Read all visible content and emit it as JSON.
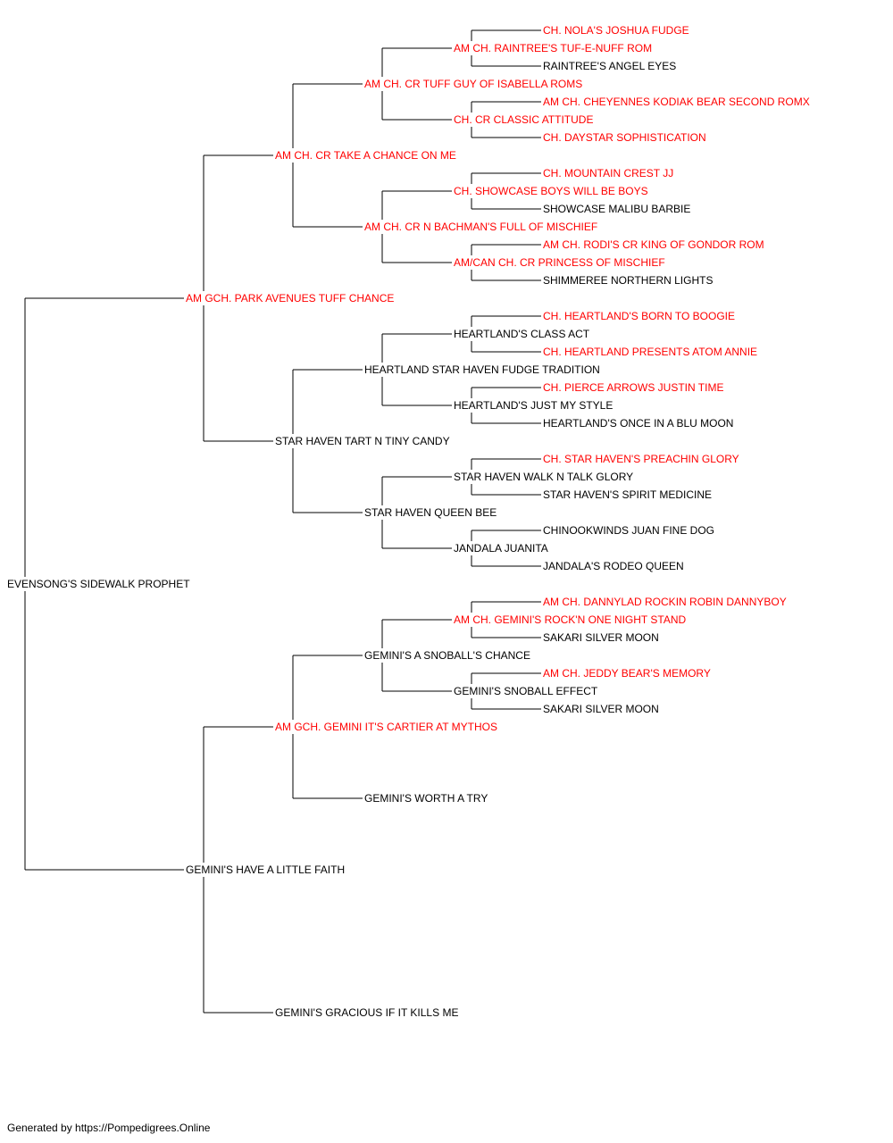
{
  "colors": {
    "titled": "#ff0000",
    "normal": "#000000",
    "line": "#000000"
  },
  "pedigree": {
    "name": "EVENSONG'S SIDEWALK PROPHET",
    "titled": false,
    "sire": {
      "name": "AM GCH. PARK AVENUES TUFF CHANCE",
      "titled": true,
      "sire": {
        "name": "AM CH. CR TAKE A CHANCE ON ME",
        "titled": true,
        "sire": {
          "name": "AM CH. CR TUFF GUY OF ISABELLA ROMS",
          "titled": true,
          "sire": {
            "name": "AM CH. RAINTREE'S TUF-E-NUFF ROM",
            "titled": true,
            "sire": {
              "name": "CH. NOLA'S JOSHUA FUDGE",
              "titled": true
            },
            "dam": {
              "name": "RAINTREE'S ANGEL EYES",
              "titled": false
            }
          },
          "dam": {
            "name": "CH. CR CLASSIC ATTITUDE",
            "titled": true,
            "sire": {
              "name": "AM CH. CHEYENNES KODIAK BEAR SECOND ROMX",
              "titled": true
            },
            "dam": {
              "name": "CH. DAYSTAR SOPHISTICATION",
              "titled": true
            }
          }
        },
        "dam": {
          "name": "AM CH. CR N BACHMAN'S FULL OF MISCHIEF",
          "titled": true,
          "sire": {
            "name": "CH. SHOWCASE BOYS WILL BE BOYS",
            "titled": true,
            "sire": {
              "name": "CH. MOUNTAIN CREST JJ",
              "titled": true
            },
            "dam": {
              "name": "SHOWCASE MALIBU BARBIE",
              "titled": false
            }
          },
          "dam": {
            "name": "AM/CAN CH. CR PRINCESS OF MISCHIEF",
            "titled": true,
            "sire": {
              "name": "AM CH. RODI'S CR KING OF GONDOR ROM",
              "titled": true
            },
            "dam": {
              "name": "SHIMMEREE NORTHERN LIGHTS",
              "titled": false
            }
          }
        }
      },
      "dam": {
        "name": "STAR HAVEN TART N TINY CANDY",
        "titled": false,
        "sire": {
          "name": "HEARTLAND STAR HAVEN FUDGE TRADITION",
          "titled": false,
          "sire": {
            "name": "HEARTLAND'S CLASS ACT",
            "titled": false,
            "sire": {
              "name": "CH. HEARTLAND'S BORN TO BOOGIE",
              "titled": true
            },
            "dam": {
              "name": "CH. HEARTLAND PRESENTS ATOM ANNIE",
              "titled": true
            }
          },
          "dam": {
            "name": "HEARTLAND'S JUST MY STYLE",
            "titled": false,
            "sire": {
              "name": "CH. PIERCE ARROWS JUSTIN TIME",
              "titled": true
            },
            "dam": {
              "name": "HEARTLAND'S ONCE IN A BLU MOON",
              "titled": false
            }
          }
        },
        "dam": {
          "name": "STAR HAVEN QUEEN BEE",
          "titled": false,
          "sire": {
            "name": "STAR HAVEN WALK N TALK GLORY",
            "titled": false,
            "sire": {
              "name": "CH. STAR HAVEN'S PREACHIN GLORY",
              "titled": true
            },
            "dam": {
              "name": "STAR HAVEN'S SPIRIT MEDICINE",
              "titled": false
            }
          },
          "dam": {
            "name": "JANDALA JUANITA",
            "titled": false,
            "sire": {
              "name": "CHINOOKWINDS JUAN FINE DOG",
              "titled": false
            },
            "dam": {
              "name": "JANDALA'S RODEO QUEEN",
              "titled": false
            }
          }
        }
      }
    },
    "dam": {
      "name": "GEMINI'S HAVE A LITTLE FAITH",
      "titled": false,
      "sire": {
        "name": "AM GCH. GEMINI IT'S CARTIER AT MYTHOS",
        "titled": true,
        "sire": {
          "name": "GEMINI'S A SNOBALL'S CHANCE",
          "titled": false,
          "sire": {
            "name": "AM CH. GEMINI'S ROCK'N ONE NIGHT STAND",
            "titled": true,
            "sire": {
              "name": "AM CH. DANNYLAD ROCKIN ROBIN DANNYBOY",
              "titled": true
            },
            "dam": {
              "name": "SAKARI SILVER MOON",
              "titled": false
            }
          },
          "dam": {
            "name": "GEMINI'S SNOBALL EFFECT",
            "titled": false,
            "sire": {
              "name": "AM CH. JEDDY BEAR'S MEMORY",
              "titled": true
            },
            "dam": {
              "name": "SAKARI SILVER MOON",
              "titled": false
            }
          }
        },
        "dam": {
          "name": "GEMINI'S WORTH A TRY",
          "titled": false
        }
      },
      "dam": {
        "name": "GEMINI'S GRACIOUS IF IT KILLS ME",
        "titled": false
      }
    }
  },
  "footer": "Generated by https://Pompedigrees.Online"
}
